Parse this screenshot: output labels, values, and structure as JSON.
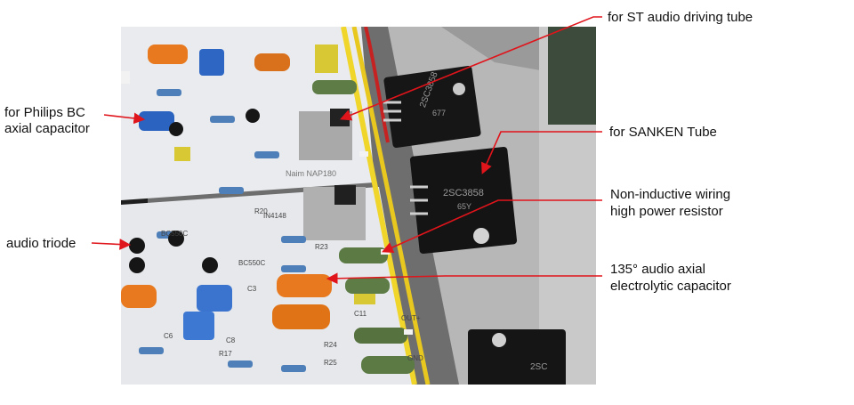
{
  "colors": {
    "arrow": "#e0141b",
    "pcb_white": "#e9ebee",
    "heatsink_gray": "#a9a9a9",
    "chassis_dark": "#1a1a1a",
    "capacitor_orange": "#e8791e",
    "capacitor_blue": "#2a63c0",
    "resistor_green": "#5e7d46",
    "resistor_blue": "#4f7fb8",
    "wire_yellow": "#f0d62a",
    "transistor_black": "#161616"
  },
  "annotations": {
    "st_driving_tube": "for ST audio driving tube",
    "philips_bc_line1": "for Philips BC",
    "philips_bc_line2": "axial capacitor",
    "sanken_tube": "for SANKEN Tube",
    "non_inductive_line1": "Non-inductive wiring",
    "non_inductive_line2": "high power resistor",
    "audio_triode": "audio triode",
    "axial_cap_line1": "135° audio axial",
    "axial_cap_line2": "electrolytic capacitor"
  },
  "photo": {
    "board_marking": "Naim  NAP180",
    "transistor_top_label_1": "2SC3858",
    "transistor_top_label_2": "677",
    "transistor_mid_label_1": "2SC3858",
    "transistor_mid_label_2": "65Y",
    "transistor_bottom_label": "2SC",
    "silk_q": "BC550C",
    "silk_in4148": "IN4148",
    "silk_out": "OUT+",
    "silk_gnd": "GND",
    "silk_c3": "C3",
    "silk_c6": "C6",
    "silk_c8": "C8",
    "silk_c11": "C11",
    "silk_r23": "R23",
    "silk_r24": "R24",
    "silk_r25": "R25",
    "silk_r17": "R17",
    "silk_r20": "R20"
  }
}
